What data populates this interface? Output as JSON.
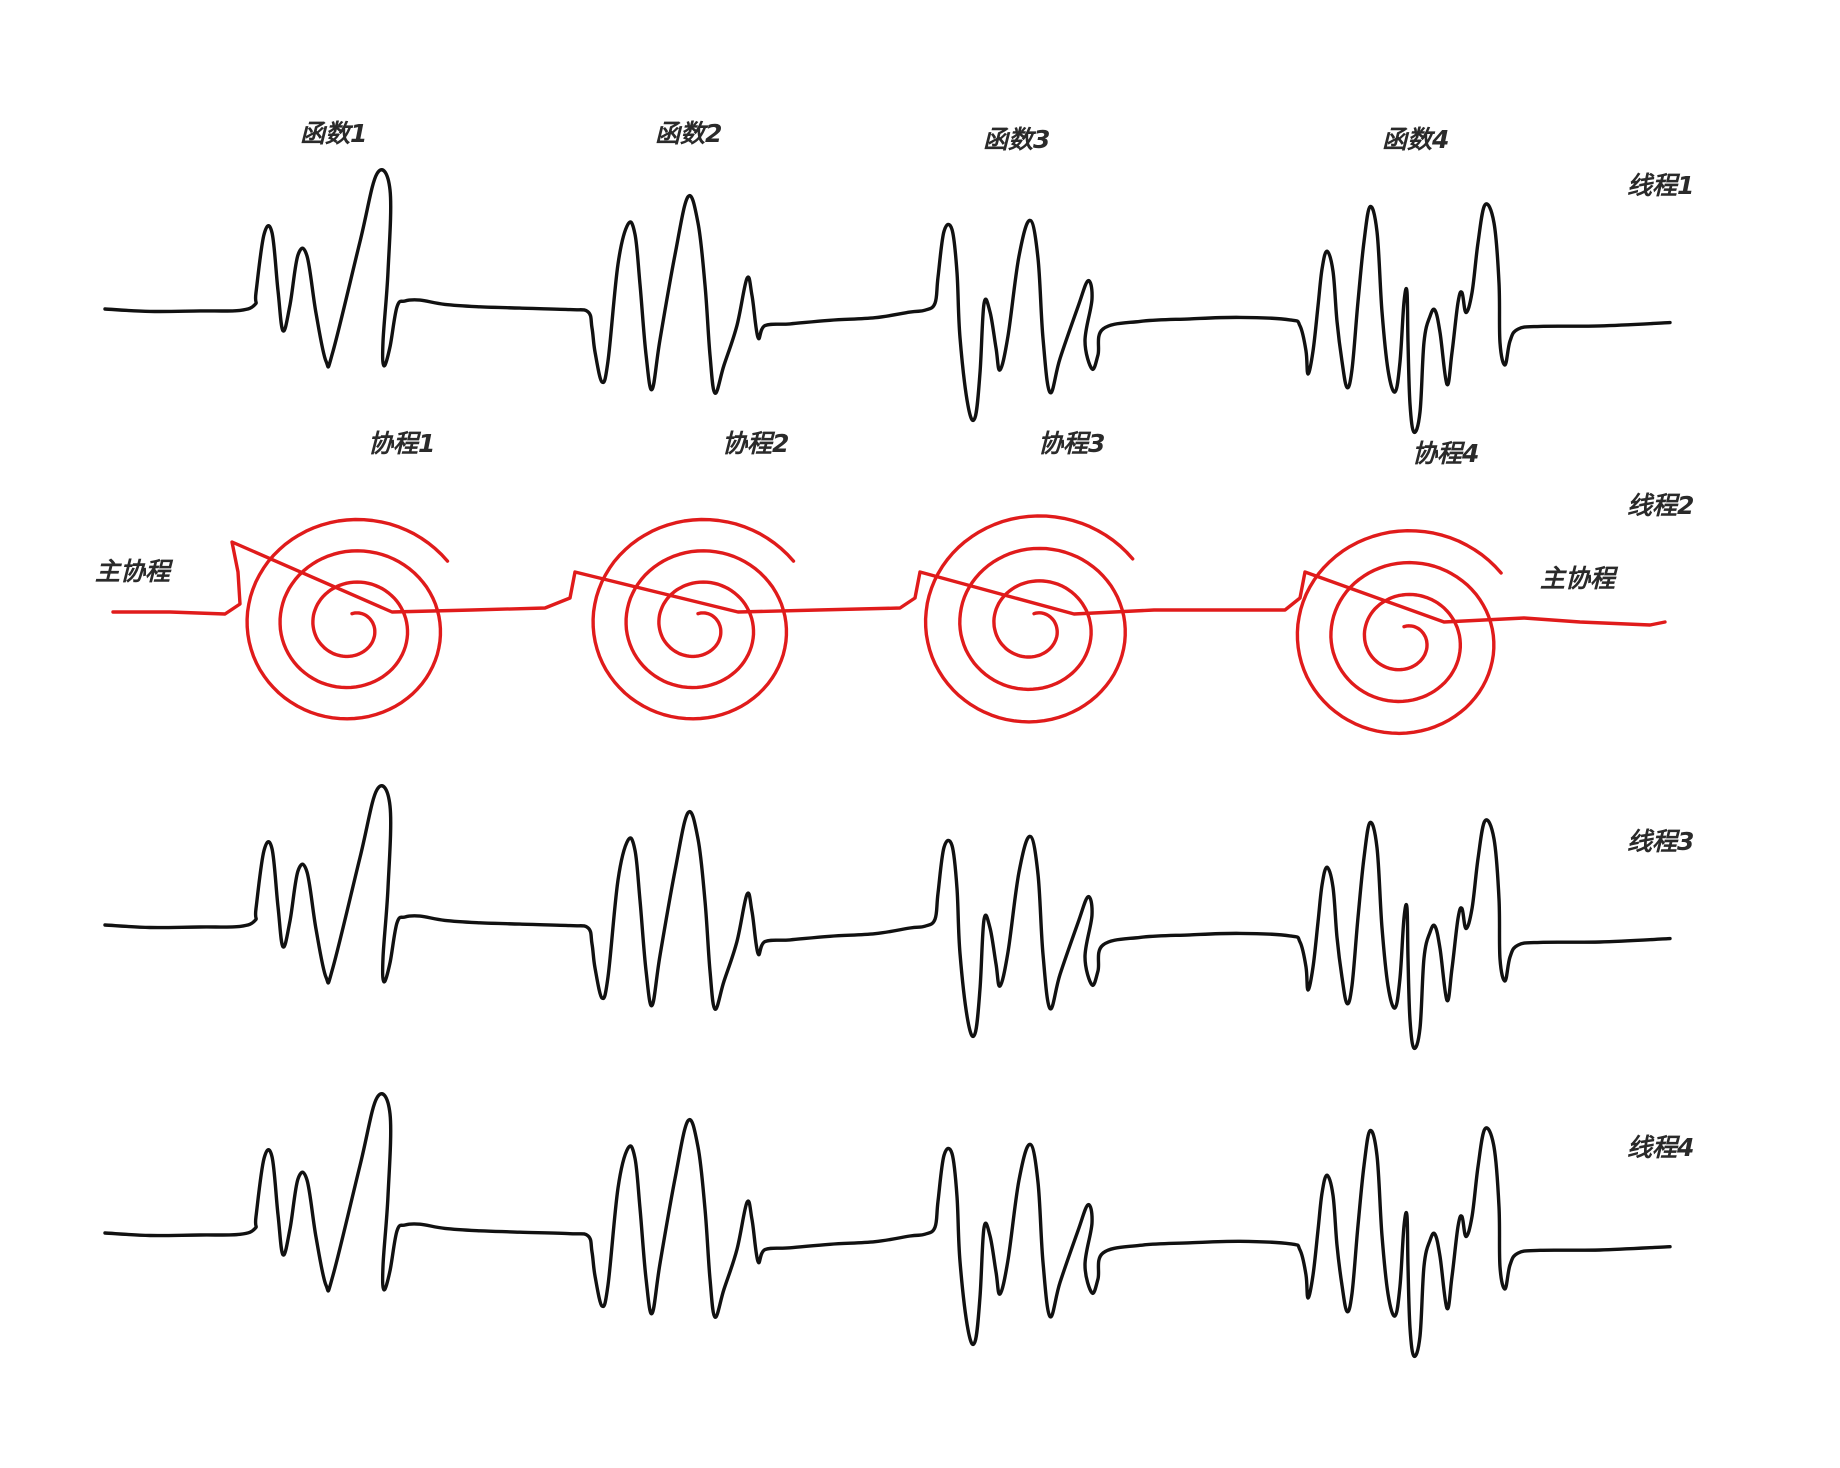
{
  "colors": {
    "background": "#ffffff",
    "thread_line": "#111111",
    "coroutine_line": "#e01b1b",
    "label_text": "#2a2a2a"
  },
  "function_labels": [
    "函数1",
    "函数2",
    "函数3",
    "函数4"
  ],
  "coroutine_labels": [
    "协程1",
    "协程2",
    "协程3",
    "协程4"
  ],
  "thread_labels": [
    "线程1",
    "线程2",
    "线程3",
    "线程4"
  ],
  "main_coroutine_labels": [
    "主协程",
    "主协程"
  ]
}
